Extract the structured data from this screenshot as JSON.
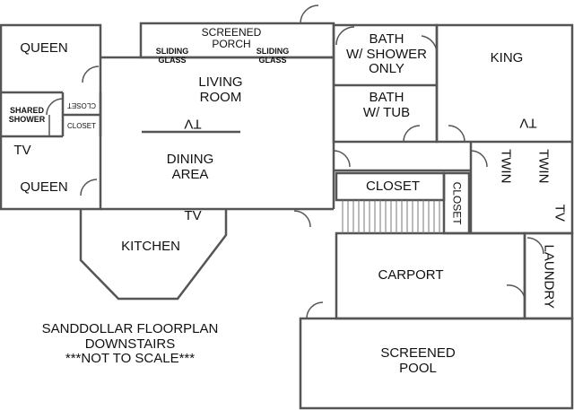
{
  "title": {
    "line1": "SANDDOLLAR FLOORPLAN",
    "line2": "DOWNSTAIRS",
    "line3": "***NOT TO SCALE***"
  },
  "rooms": {
    "queen_top": "QUEEN",
    "shared_shower_1": "SHARED",
    "shared_shower_2": "SHOWER",
    "closet_small_a": "CLOSET",
    "closet_small_b": "CLOSET",
    "tv_left": "TV",
    "queen_bottom": "QUEEN",
    "screened_porch_1": "SCREENED",
    "screened_porch_2": "PORCH",
    "sliding_glass_left_1": "SLIDING",
    "sliding_glass_left_2": "GLASS",
    "sliding_glass_right_1": "SLIDING",
    "sliding_glass_right_2": "GLASS",
    "living_room_1": "LIVING",
    "living_room_2": "ROOM",
    "tv_living": "TV",
    "dining_area_1": "DINING",
    "dining_area_2": "AREA",
    "tv_dining": "TV",
    "kitchen": "KITCHEN",
    "bath_shower_1": "BATH",
    "bath_shower_2": "W/ SHOWER",
    "bath_shower_3": "ONLY",
    "bath_tub_1": "BATH",
    "bath_tub_2": "W/ TUB",
    "king": "KING",
    "tv_king": "TV",
    "twin_a": "TWIN",
    "twin_b": "TWIN",
    "tv_twin": "TV",
    "closet_hall": "CLOSET",
    "closet_vertical": "CLOSET",
    "carport": "CARPORT",
    "laundry": "LAUNDRY",
    "screened_pool_1": "SCREENED",
    "screened_pool_2": "POOL"
  }
}
